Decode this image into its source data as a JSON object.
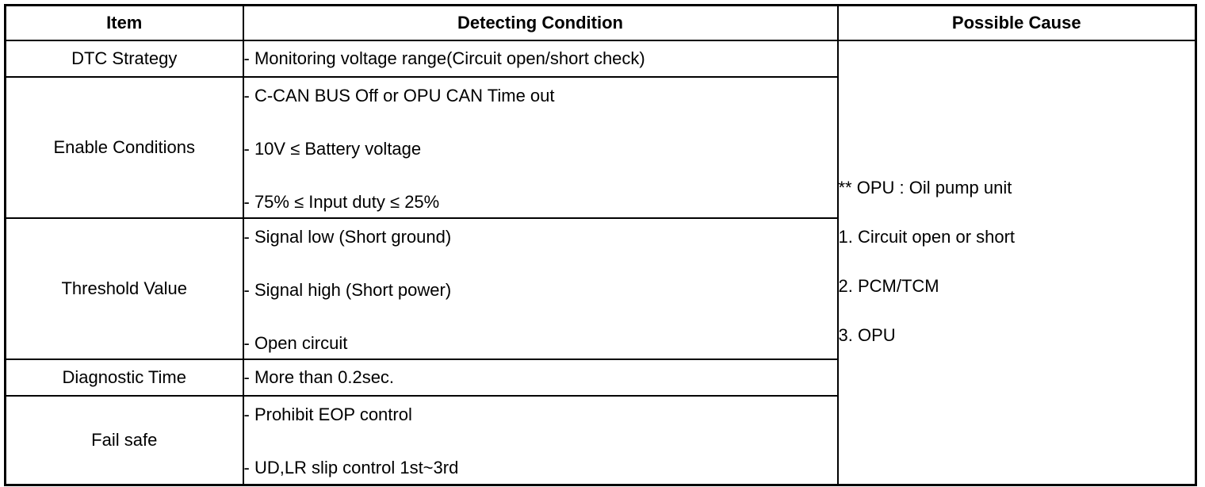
{
  "headers": {
    "item": "Item",
    "condition": "Detecting Condition",
    "cause": "Possible Cause"
  },
  "rows": [
    {
      "item": "DTC Strategy",
      "conditions": [
        "- Monitoring voltage range(Circuit open/short check)"
      ]
    },
    {
      "item": "Enable Conditions",
      "conditions": [
        "- C-CAN BUS Off or OPU CAN Time out",
        "- 10V ≤ Battery voltage",
        "- 75% ≤ Input duty ≤ 25%"
      ]
    },
    {
      "item": "Threshold Value",
      "conditions": [
        "- Signal low (Short ground)",
        "- Signal high (Short power)",
        "- Open circuit"
      ]
    },
    {
      "item": "Diagnostic Time",
      "conditions": [
        "- More than 0.2sec."
      ]
    },
    {
      "item": "Fail safe",
      "conditions": [
        "- Prohibit EOP control",
        "- UD,LR slip control 1st~3rd"
      ]
    }
  ],
  "possible_cause": [
    "** OPU : Oil pump unit",
    "1. Circuit open or short",
    "2. PCM/TCM",
    "3. OPU"
  ]
}
